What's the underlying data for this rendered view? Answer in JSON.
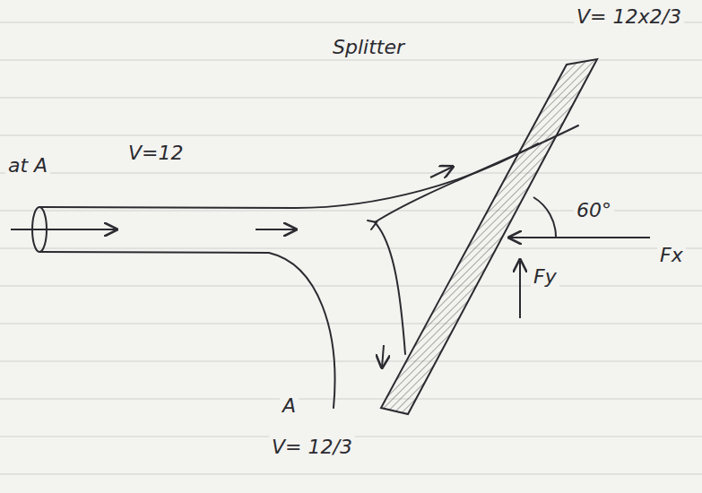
{
  "diagram": {
    "labels": [
      "at A",
      "V=12",
      "Splitter",
      "V= 12x2/3",
      "60°",
      "Fx",
      "Fy",
      "A",
      "V= 12/3"
    ]
  }
}
